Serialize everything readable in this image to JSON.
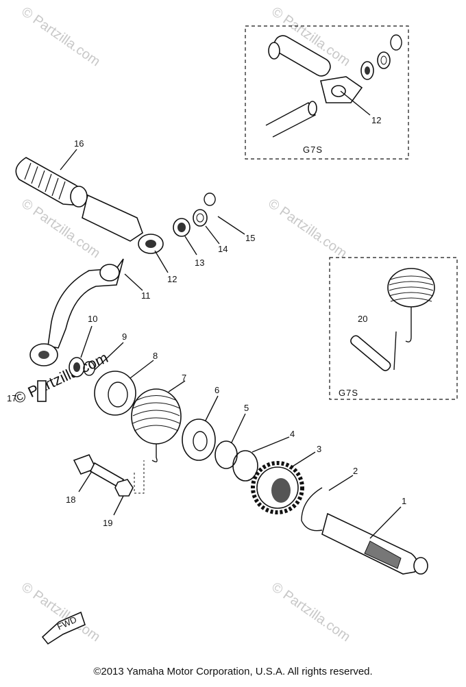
{
  "callouts": {
    "p1": "1",
    "p2": "2",
    "p3": "3",
    "p4": "4",
    "p5": "5",
    "p6": "6",
    "p7": "7",
    "p8": "8",
    "p9": "9",
    "p10": "10",
    "p11": "11",
    "p12": "12",
    "p12b": "12",
    "p13": "13",
    "p14": "14",
    "p15": "15",
    "p16": "16",
    "p17": "17",
    "p18": "18",
    "p19": "19",
    "p20": "20"
  },
  "boxes": {
    "top_label": "G7S",
    "right_label": "G7S"
  },
  "fwd_label": "FWD",
  "watermark": "© Partzilla.com",
  "copyright": "©2013  Yamaha Motor Corporation, U.S.A. All rights reserved.",
  "colors": {
    "watermark": "#c8c8c8",
    "ink": "#111111"
  }
}
